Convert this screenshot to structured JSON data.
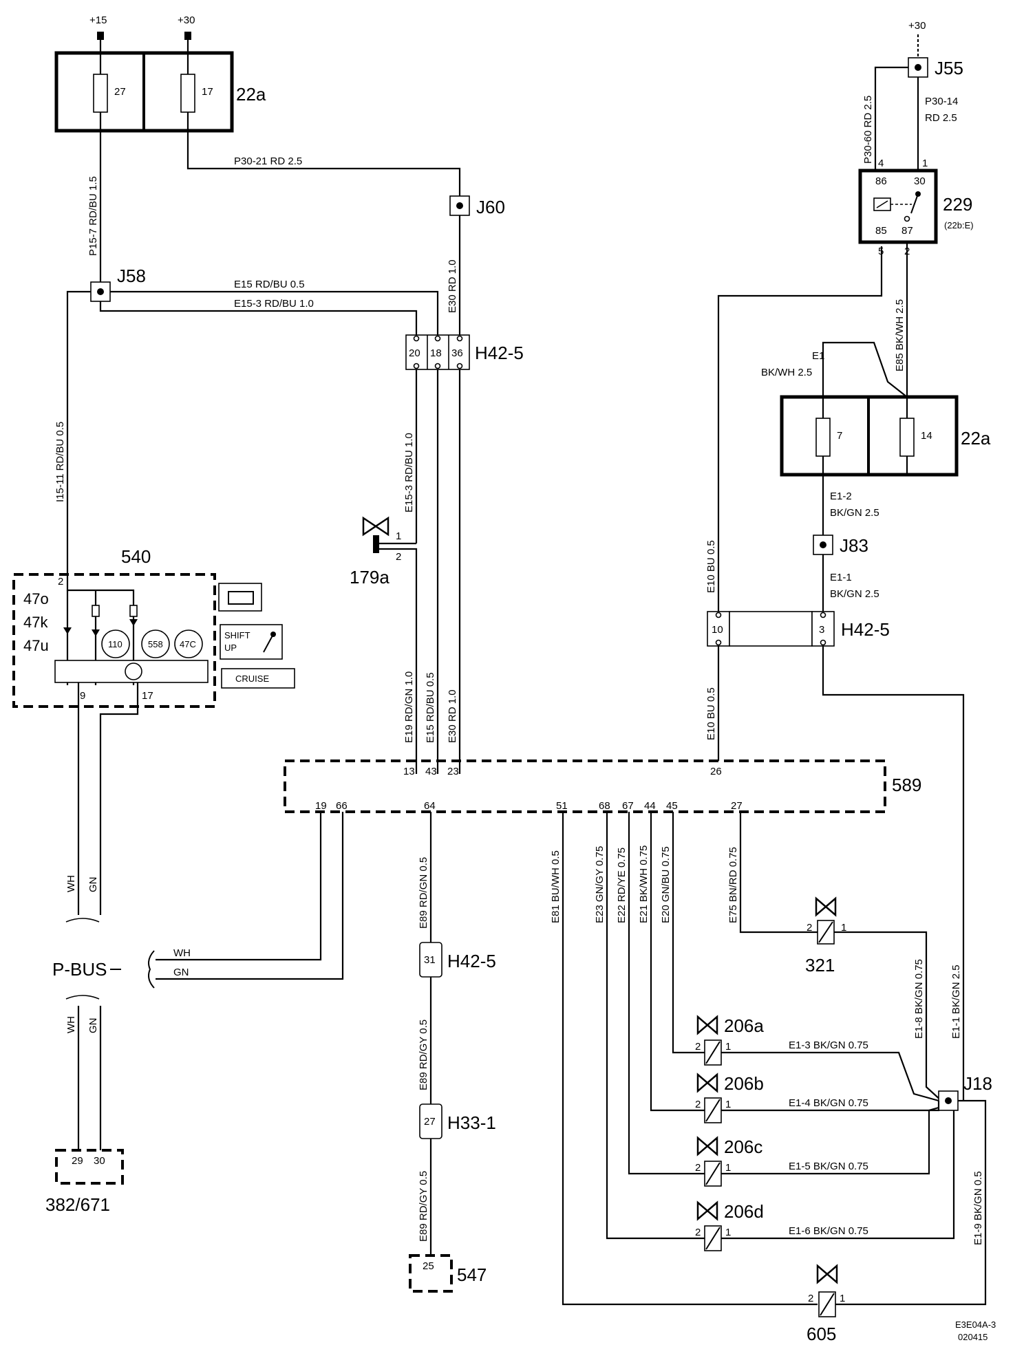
{
  "supply": {
    "p15": "+15",
    "p30_left": "+30",
    "p30_right": "+30"
  },
  "fusebox_top": {
    "name": "22a",
    "fuse_a": "27",
    "fuse_b": "17"
  },
  "fusebox_right": {
    "name": "22a",
    "fuse_a": "7",
    "fuse_b": "14"
  },
  "junctions": {
    "j55": "J55",
    "j60": "J60",
    "j58": "J58",
    "j83": "J83",
    "j18": "J18"
  },
  "relay": {
    "name": "229",
    "sub": "(22b:E)",
    "pin86": "86",
    "pin30": "30",
    "pin85": "85",
    "pin87": "87",
    "pin4": "4",
    "pin1": "1",
    "pin5": "5",
    "pin2": "2"
  },
  "connectors": {
    "h42_top": {
      "name": "H42-5",
      "pins": [
        "20",
        "18",
        "36"
      ]
    },
    "h42_right": {
      "name": "H42-5",
      "pins": [
        "10",
        "3"
      ]
    },
    "h42_mid": {
      "name": "H42-5",
      "pin": "31"
    },
    "h33": {
      "name": "H33-1",
      "pin": "27"
    }
  },
  "components": {
    "c540": {
      "name": "540",
      "lamps": [
        "47o",
        "47k",
        "47u"
      ],
      "gauges": [
        "110",
        "558",
        "47C"
      ],
      "pin2": "2",
      "pin9": "9",
      "pin17": "17",
      "shift": [
        "SHIFT",
        "UP"
      ],
      "cruise": "CRUISE"
    },
    "c589": {
      "name": "589",
      "top_pins": [
        "13",
        "43",
        "23",
        "26"
      ],
      "bottom_pins": [
        "19",
        "66",
        "64",
        "51",
        "68",
        "67",
        "44",
        "45",
        "27"
      ]
    },
    "c179a": {
      "name": "179a",
      "pin1": "1",
      "pin2": "2"
    },
    "c321": {
      "name": "321",
      "pin2": "2",
      "pin1": "1"
    },
    "c206a": {
      "name": "206a"
    },
    "c206b": {
      "name": "206b"
    },
    "c206c": {
      "name": "206c"
    },
    "c206d": {
      "name": "206d"
    },
    "c605": {
      "name": "605"
    },
    "c547": {
      "name": "547",
      "pin": "25"
    },
    "c382": {
      "name": "382/671",
      "pins": [
        "29",
        "30"
      ]
    },
    "pbus": {
      "name": "P-BUS",
      "wh": "WH",
      "gn": "GN"
    },
    "valve_pins": {
      "p1": "1",
      "p2": "2"
    }
  },
  "wires": {
    "p15_7": "P15-7  RD/BU  1.5",
    "p30_21": "P30-21   RD   2.5",
    "p30_60": "P30-60   RD   2.5",
    "p30_14": "P30-14",
    "p30_14b": "RD   2.5",
    "e15": "E15   RD/BU   0.5",
    "e15_3": "E15-3   RD/BU   1.0",
    "e30_top": "E30   RD   1.0",
    "i15_11": "I15-11   RD/BU   0.5",
    "e15_3v": "E15-3   RD/BU   1.0",
    "e19": "E19   RD/GN   1.0",
    "e15v": "E15   RD/BU   0.5",
    "e30v": "E30   RD   1.0",
    "e85": "E85   BK/WH   2.5",
    "e1": "E1",
    "e1b": "BK/WH   2.5",
    "e1_2": "E1-2",
    "e1_2b": "BK/GN   2.5",
    "e1_1": "E1-1",
    "e1_1b": "BK/GN   2.5",
    "e10a": "E10   BU   0.5",
    "e10b": "E10   BU   0.5",
    "wh": "WH",
    "gn": "GN",
    "e89a": "E89   RD/GN   0.5",
    "e89b": "E89   RD/GY   0.5",
    "e89c": "E89   RD/GY   0.5",
    "e81": "E81   BU/WH   0.5",
    "e23": "E23   GN/GY   0.75",
    "e22": "E22   RD/YE   0.75",
    "e21": "E21   BK/WH   0.75",
    "e20": "E20   GN/BU   0.75",
    "e75": "E75   BN/RD   0.75",
    "e1_8": "E1-8   BK/GN   0.75",
    "e1_1v": "E1-1   BK/GN   2.5",
    "e1_3": "E1-3   BK/GN   0.75",
    "e1_4": "E1-4   BK/GN   0.75",
    "e1_5": "E1-5   BK/GN   0.75",
    "e1_6": "E1-6   BK/GN   0.75",
    "e1_9": "E1-9   BK/GN   0.5"
  },
  "footer": {
    "code": "E3E04A-3",
    "date": "020415"
  }
}
